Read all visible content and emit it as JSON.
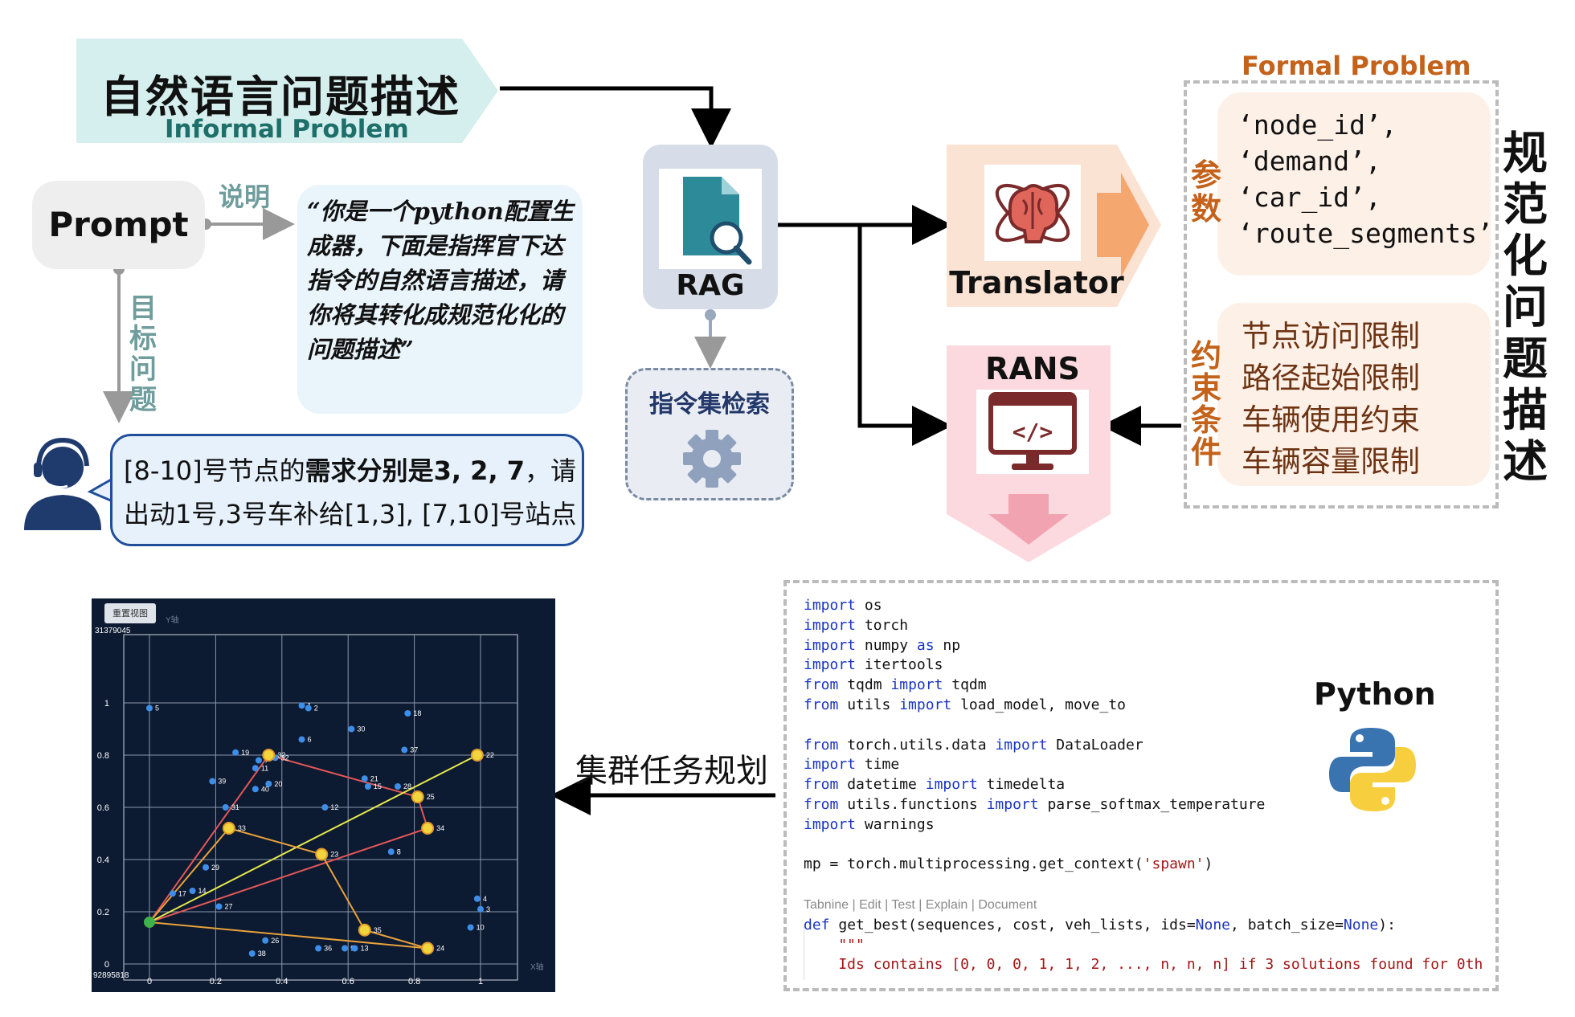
{
  "informal": {
    "title_cn": "自然语言问题描述",
    "title_en": "Informal Problem"
  },
  "prompt": {
    "label": "Prompt",
    "explain_label": "说明",
    "goal_label": "目标问题",
    "quote": "“你是一个python配置生成器，下面是指挥官下达指令的自然语言描述，请你将其转化成规范化化的问题描述”"
  },
  "user_request": {
    "line1_pre": "[8-10]号节点的",
    "line1_bold": "需求分别是3, 2, 7",
    "line1_post": "，请",
    "line2": "出动1号,3号车补给[1,3], [7,10]号站点"
  },
  "rag": {
    "label": "RAG",
    "retrieval_label": "指令集检索"
  },
  "translator": {
    "label": "Translator"
  },
  "rans": {
    "label": "RANS"
  },
  "formal": {
    "title_en": "Formal Problem",
    "title_cn_vertical": "规范化问题描述",
    "param_label": "参数",
    "constraint_label": "约束条件",
    "params": [
      "‘node_id’,",
      "‘demand’,",
      "‘car_id’,",
      "‘route_segments’"
    ],
    "constraints": [
      "节点访问限制",
      "路径起始限制",
      "车辆使用约束",
      "车辆容量限制"
    ]
  },
  "plan_label": "集群任务规划",
  "python_label": "Python",
  "code": {
    "l1k": "import",
    "l1": " os",
    "l2k": "import",
    "l2": " torch",
    "l3k": "import",
    "l3a": " numpy ",
    "l3k2": "as",
    "l3b": " np",
    "l4k": "import",
    "l4": " itertools",
    "l5k": "from",
    "l5a": " tqdm ",
    "l5k2": "import",
    "l5b": " tqdm",
    "l6k": "from",
    "l6a": " utils ",
    "l6k2": "import",
    "l6b": " load_model, move_to",
    "l7k": "from",
    "l7a": " torch.utils.data ",
    "l7k2": "import",
    "l7b": " DataLoader",
    "l8k": "import",
    "l8": " time",
    "l9k": "from",
    "l9a": " datetime ",
    "l9k2": "import",
    "l9b": " timedelta",
    "l10k": "from",
    "l10a": " utils.functions ",
    "l10k2": "import",
    "l10b": " parse_softmax_temperature",
    "l11k": "import",
    "l11": " warnings",
    "l12a": "mp = torch.multiprocessing.get_context(",
    "l12s": "'spawn'",
    "l12b": ")",
    "l13": "Tabnine | Edit | Test | Explain | Document",
    "l14k": "def",
    "l14a": " get_best(sequences, cost, veh_lists, ids=",
    "l14n1": "None",
    "l14b": ", batch_size=",
    "l14n2": "None",
    "l14c": "):",
    "l15": "    \"\"\"",
    "l16": "    Ids contains [0, 0, 0, 1, 1, 2, ..., n, n, n] if 3 solutions found for 0th"
  },
  "chart_data": {
    "type": "scatter",
    "reset_button": "重置视图",
    "y_axis_name": "Y轴",
    "x_axis_name": "X轴",
    "y_top_label": "31379045",
    "y_bottom_label": "92895818",
    "xlim": [
      0,
      1
    ],
    "ylim": [
      0,
      1
    ],
    "x_ticks": [
      "0",
      "0.2",
      "0.4",
      "0.6",
      "0.8",
      "1"
    ],
    "y_ticks": [
      "0",
      "0.2",
      "0.4",
      "0.6",
      "0.8",
      "1"
    ],
    "depot": {
      "x": 0.0,
      "y": 0.16
    },
    "customers": [
      {
        "id": "1",
        "x": 0.46,
        "y": 0.99
      },
      {
        "id": "2",
        "x": 0.48,
        "y": 0.98
      },
      {
        "id": "5",
        "x": 0.0,
        "y": 0.98
      },
      {
        "id": "18",
        "x": 0.78,
        "y": 0.96
      },
      {
        "id": "30",
        "x": 0.61,
        "y": 0.9
      },
      {
        "id": "6",
        "x": 0.46,
        "y": 0.86
      },
      {
        "id": "19",
        "x": 0.26,
        "y": 0.81
      },
      {
        "id": "37",
        "x": 0.77,
        "y": 0.82
      },
      {
        "id": "32",
        "x": 0.38,
        "y": 0.79
      },
      {
        "id": "7",
        "x": 0.33,
        "y": 0.78
      },
      {
        "id": "11",
        "x": 0.32,
        "y": 0.75
      },
      {
        "id": "21",
        "x": 0.65,
        "y": 0.71
      },
      {
        "id": "15",
        "x": 0.66,
        "y": 0.68
      },
      {
        "id": "28",
        "x": 0.75,
        "y": 0.68
      },
      {
        "id": "39",
        "x": 0.19,
        "y": 0.7
      },
      {
        "id": "20",
        "x": 0.36,
        "y": 0.69
      },
      {
        "id": "40",
        "x": 0.32,
        "y": 0.67
      },
      {
        "id": "12",
        "x": 0.53,
        "y": 0.6
      },
      {
        "id": "31",
        "x": 0.23,
        "y": 0.6
      },
      {
        "id": "8",
        "x": 0.73,
        "y": 0.43
      },
      {
        "id": "29",
        "x": 0.17,
        "y": 0.37
      },
      {
        "id": "17",
        "x": 0.07,
        "y": 0.27
      },
      {
        "id": "14",
        "x": 0.13,
        "y": 0.28
      },
      {
        "id": "27",
        "x": 0.21,
        "y": 0.22
      },
      {
        "id": "4",
        "x": 0.99,
        "y": 0.25
      },
      {
        "id": "3",
        "x": 1.0,
        "y": 0.21
      },
      {
        "id": "10",
        "x": 0.97,
        "y": 0.14
      },
      {
        "id": "26",
        "x": 0.35,
        "y": 0.09
      },
      {
        "id": "36",
        "x": 0.51,
        "y": 0.06
      },
      {
        "id": "9",
        "x": 0.59,
        "y": 0.06
      },
      {
        "id": "13",
        "x": 0.62,
        "y": 0.06
      },
      {
        "id": "38",
        "x": 0.31,
        "y": 0.04
      }
    ],
    "highlighted": [
      {
        "id": "32",
        "x": 0.36,
        "y": 0.8
      },
      {
        "id": "22",
        "x": 0.99,
        "y": 0.8
      },
      {
        "id": "25",
        "x": 0.81,
        "y": 0.64
      },
      {
        "id": "34",
        "x": 0.84,
        "y": 0.52
      },
      {
        "id": "33",
        "x": 0.24,
        "y": 0.52
      },
      {
        "id": "23",
        "x": 0.52,
        "y": 0.42
      },
      {
        "id": "35",
        "x": 0.65,
        "y": 0.13
      },
      {
        "id": "24",
        "x": 0.84,
        "y": 0.06
      }
    ],
    "routes": [
      {
        "color": "#e45757",
        "path": [
          [
            0.0,
            0.16
          ],
          [
            0.36,
            0.8
          ],
          [
            0.81,
            0.64
          ],
          [
            0.84,
            0.52
          ],
          [
            0.0,
            0.16
          ]
        ]
      },
      {
        "color": "#e8e84a",
        "path": [
          [
            0.0,
            0.16
          ],
          [
            0.99,
            0.8
          ]
        ]
      },
      {
        "color": "#e8a23a",
        "path": [
          [
            0.0,
            0.16
          ],
          [
            0.24,
            0.52
          ],
          [
            0.52,
            0.42
          ],
          [
            0.65,
            0.13
          ],
          [
            0.84,
            0.06
          ],
          [
            0.0,
            0.16
          ]
        ]
      }
    ]
  }
}
